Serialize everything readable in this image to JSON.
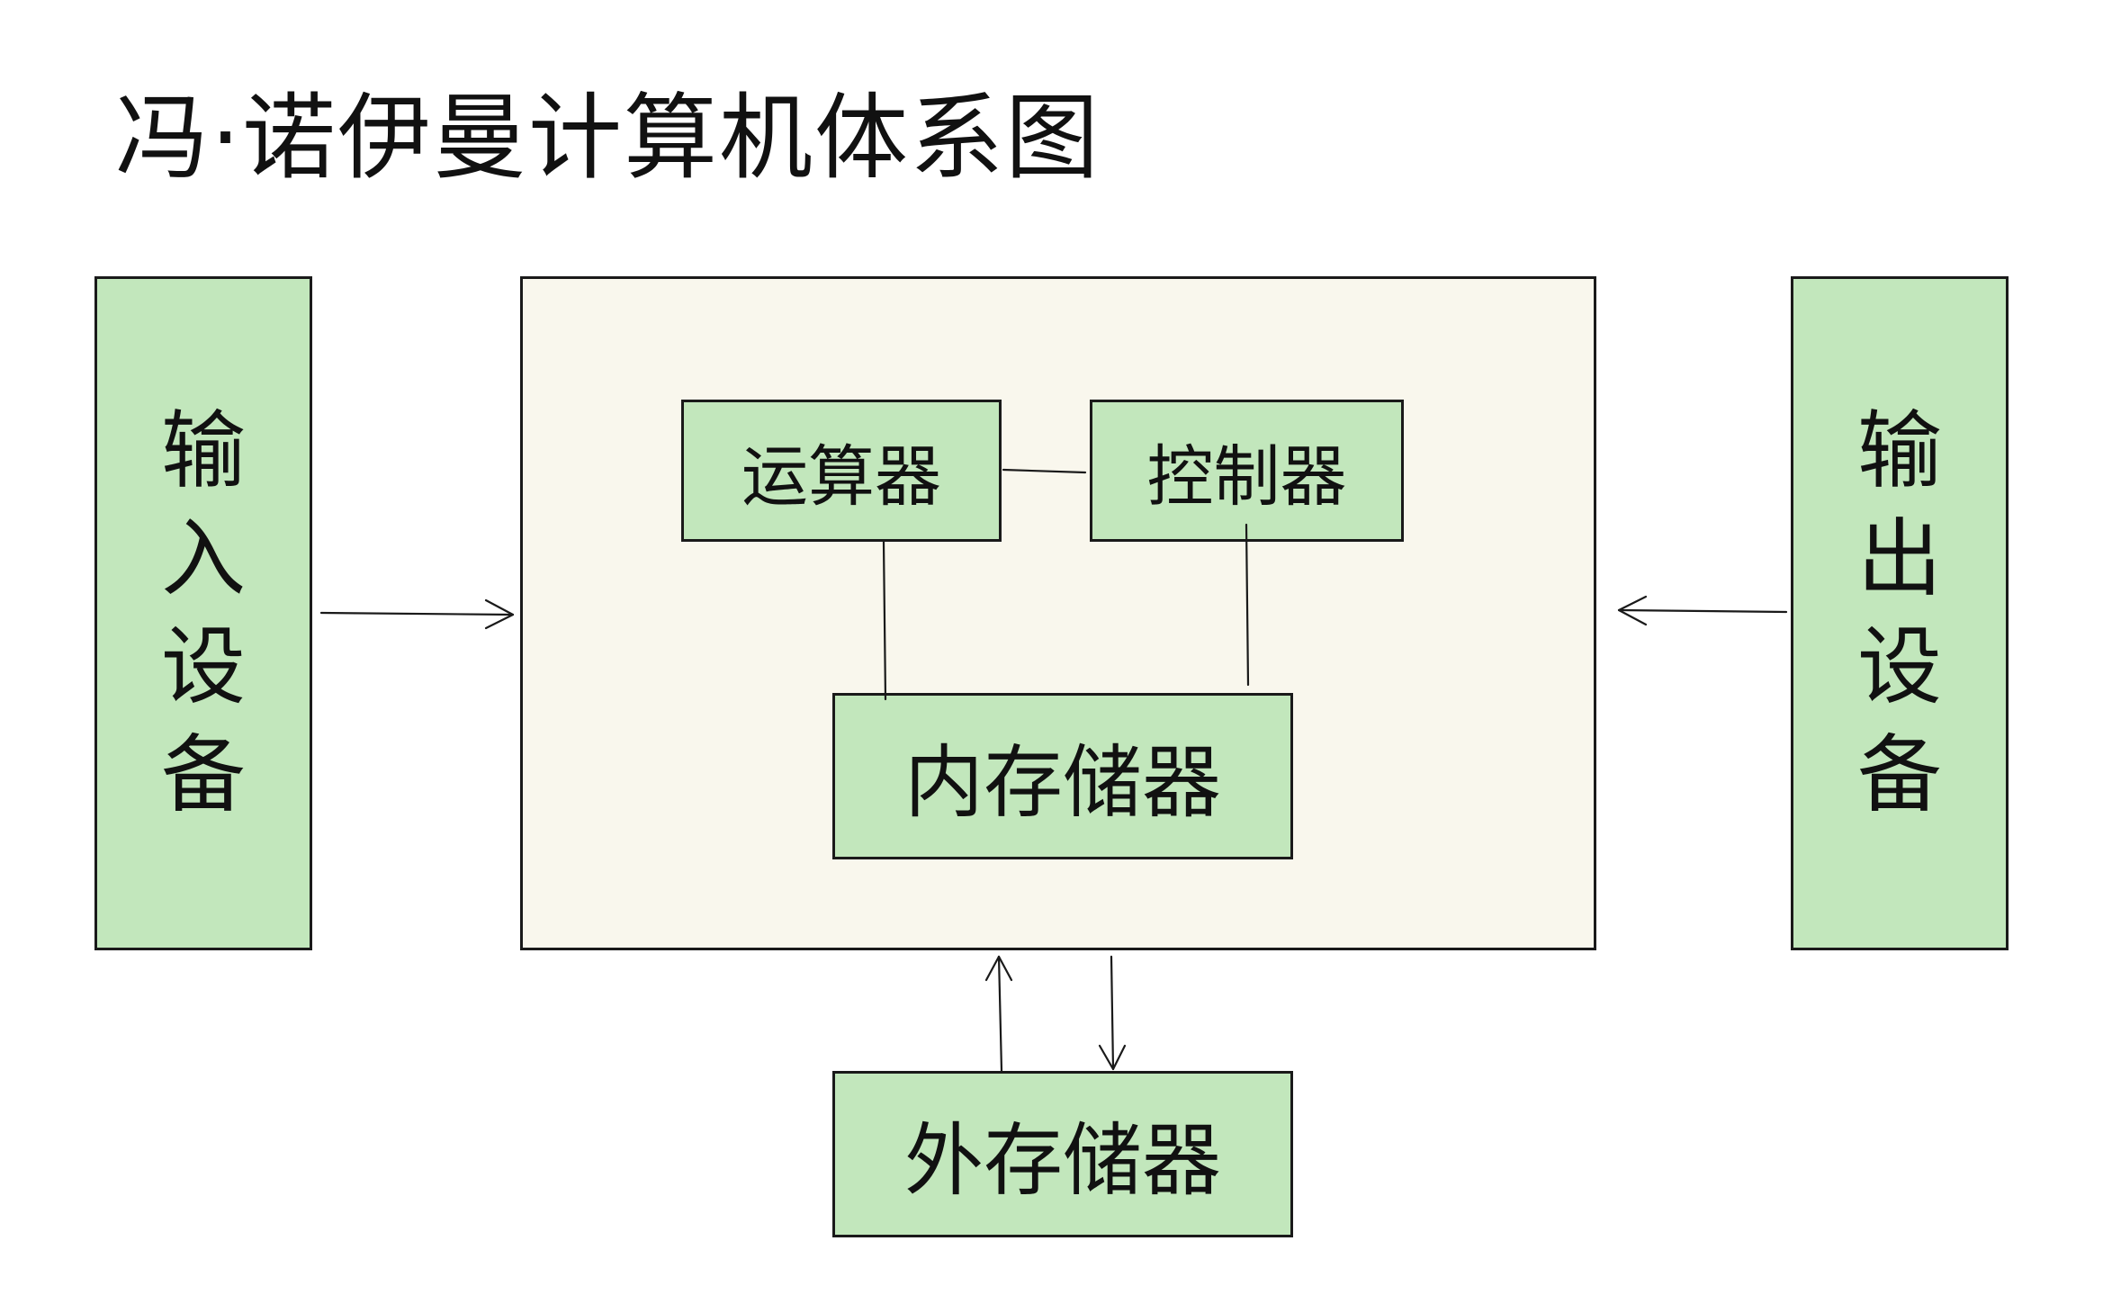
{
  "title": "冯·诺伊曼计算机体系图",
  "nodes": {
    "input_device": "输入设备",
    "output_device": "输出设备",
    "alu": "运算器",
    "controller": "控制器",
    "main_memory": "内存储器",
    "external_memory": "外存储器"
  },
  "colors": {
    "node_fill": "#c2e7bc",
    "frame_fill": "#f9f7ed",
    "stroke": "#1a1a1a"
  },
  "edges": [
    {
      "from": "input_device",
      "to": "cpu-frame",
      "type": "arrow"
    },
    {
      "from": "output_device",
      "to": "cpu-frame",
      "type": "arrow"
    },
    {
      "from": "alu",
      "to": "controller",
      "type": "line"
    },
    {
      "from": "alu",
      "to": "main_memory",
      "type": "line"
    },
    {
      "from": "controller",
      "to": "main_memory",
      "type": "line"
    },
    {
      "from": "external_memory",
      "to": "cpu-frame",
      "type": "arrow"
    },
    {
      "from": "cpu-frame",
      "to": "external_memory",
      "type": "arrow"
    }
  ]
}
